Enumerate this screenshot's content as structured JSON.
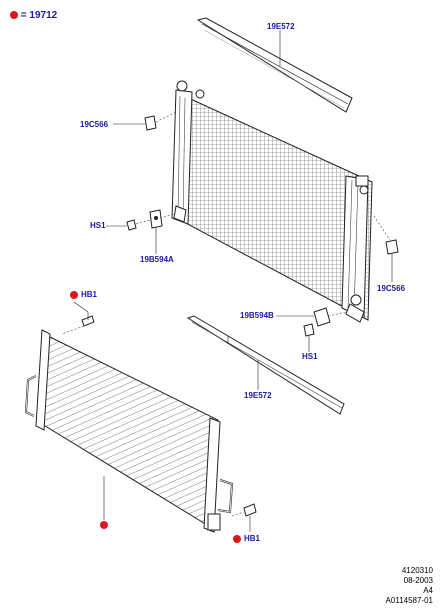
{
  "legend": {
    "marker_color": "#e0151f",
    "text": "= 19712"
  },
  "labels": {
    "cover_top": "19E572",
    "bracket_upper": "19C566",
    "bolt_left": "HS1",
    "bracket_left": "19B594A",
    "bracket_right_lower": "19C566",
    "hb1_top": "HB1",
    "bracket_right": "19B594B",
    "bolt_right": "HS1",
    "cover_bottom": "19E572",
    "hb1_bottom": "HB1"
  },
  "footer": {
    "line1": "4120310",
    "line2": "08-2003",
    "line3": "A4",
    "line4": "A0114587-01"
  },
  "colors": {
    "label": "#1a1aa6",
    "marker": "#e0151f",
    "line": "#222222"
  }
}
